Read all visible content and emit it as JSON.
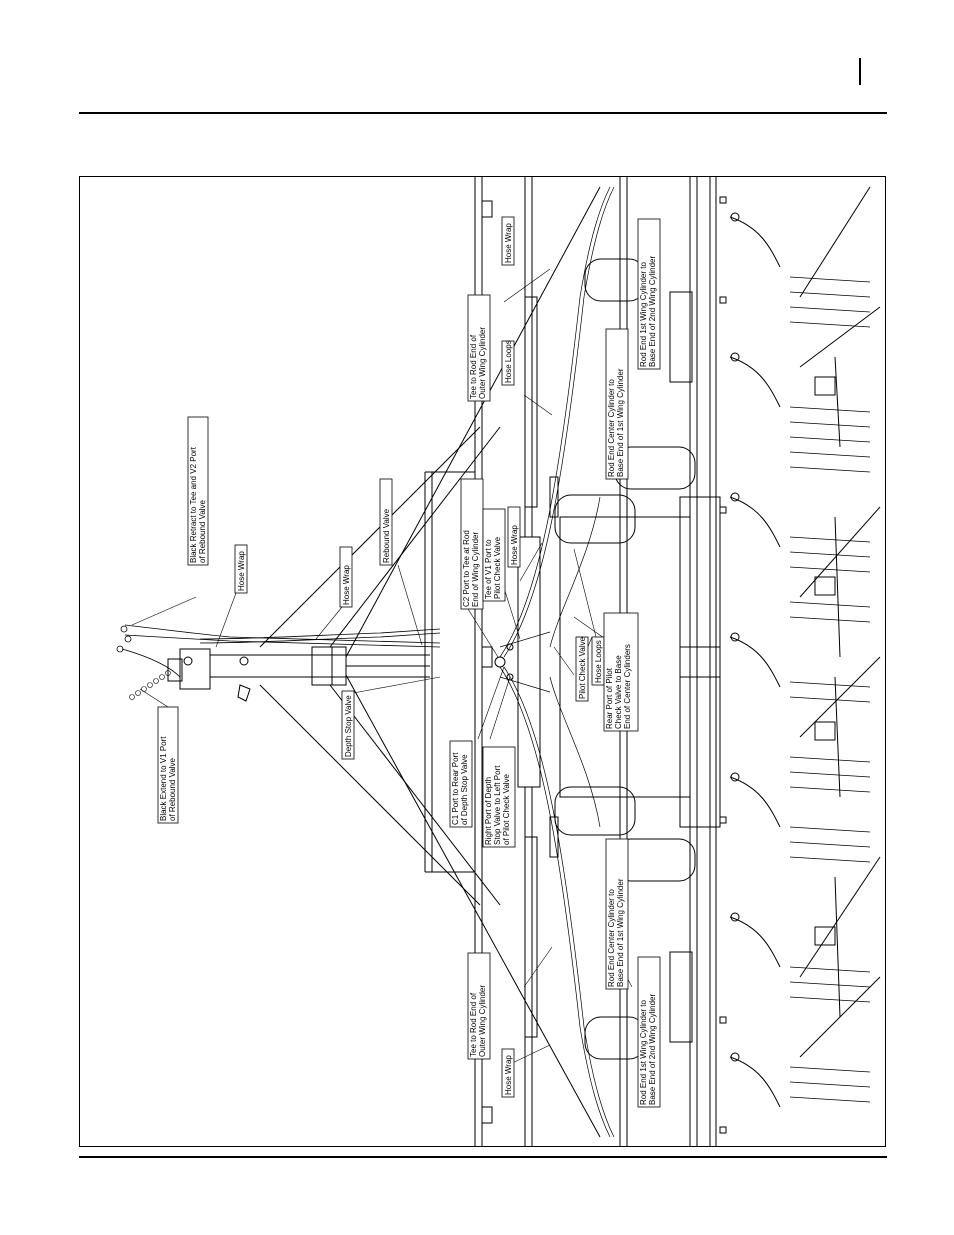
{
  "labels": {
    "black_retract": [
      "Black Retract to Tee and V2 Port",
      "of Rebound Valve"
    ],
    "black_extend": [
      "Black Extend to V1 Port",
      "of Rebound Valve"
    ],
    "hose_wrap_hitch": [
      "Hose Wrap"
    ],
    "hose_wrap_tongue": [
      "Hose Wrap"
    ],
    "rebound_valve": [
      "Rebound Valve"
    ],
    "depth_stop_valve": [
      "Depth Stop Valve"
    ],
    "c2_port": [
      "C2 Port to Tee at Rod",
      "End of Wing Cylinder"
    ],
    "tee_v1": [
      "Tee of V1 Port to",
      "Pilot Check Valve"
    ],
    "c1_port": [
      "C1 Port to Rear Port",
      "of Depth Stop Valve"
    ],
    "right_port": [
      "Right Port of Depth",
      "Stop Valve to Left Port",
      "of Pilot Check Valve"
    ],
    "pilot_check": [
      "Pilot Check Valve"
    ],
    "hose_loops_center": [
      "Hose Loops"
    ],
    "hose_loops_top": [
      "Hose Loops"
    ],
    "hose_wrap_center": [
      "Hose Wrap"
    ],
    "rear_port": [
      "Rear Port of Pilot",
      "Check Valve to Base",
      "End of Center Cylinders"
    ],
    "tee_outer_top": [
      "Tee to Rod End of",
      "Outer Wing Cylinder"
    ],
    "tee_outer_bottom": [
      "Tee to Rod End of",
      "Outer Wing Cylinder"
    ],
    "hose_wrap_top": [
      "Hose Wrap"
    ],
    "hose_wrap_bottom": [
      "Hose Wrap"
    ],
    "rod_end_center_top": [
      "Rod End Center Cylinder to",
      "Base End of 1st Wing Cylinder"
    ],
    "rod_end_center_bottom": [
      "Rod End Center Cylinder to",
      "Base End of 1st Wing Cylinder"
    ],
    "rod_end_1st_top": [
      "Rod End 1st Wing Cylinder to",
      "Base End of 2nd Wing Cylinder"
    ],
    "rod_end_1st_bottom": [
      "Rod End 1st Wing Cylinder to",
      "Base End of 2nd Wing Cylinder"
    ]
  }
}
